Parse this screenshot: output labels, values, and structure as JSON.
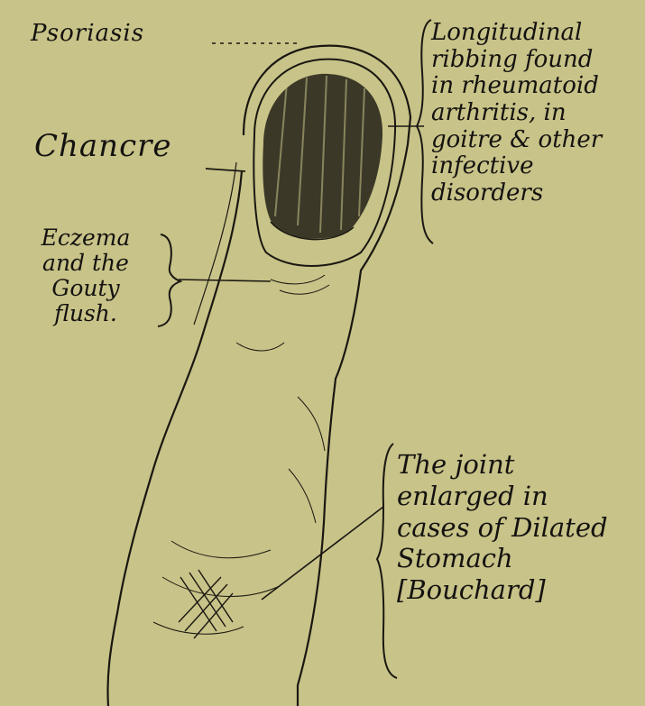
{
  "labels": {
    "psoriasis": "Psoriasis",
    "chancre": "Chancre",
    "eczema": "Eczema\nand the\nGouty\nflush.",
    "ribbing": "Longitudinal\nribbing found\nin rheumatoid\narthritis, in\ngoitre & other\ninfective\ndisorders",
    "joint": "The joint\nenlarged in\ncases of Dilated\nStomach\n[Bouchard]"
  },
  "colors": {
    "paper": "#c8c388",
    "ink": "#141210"
  }
}
